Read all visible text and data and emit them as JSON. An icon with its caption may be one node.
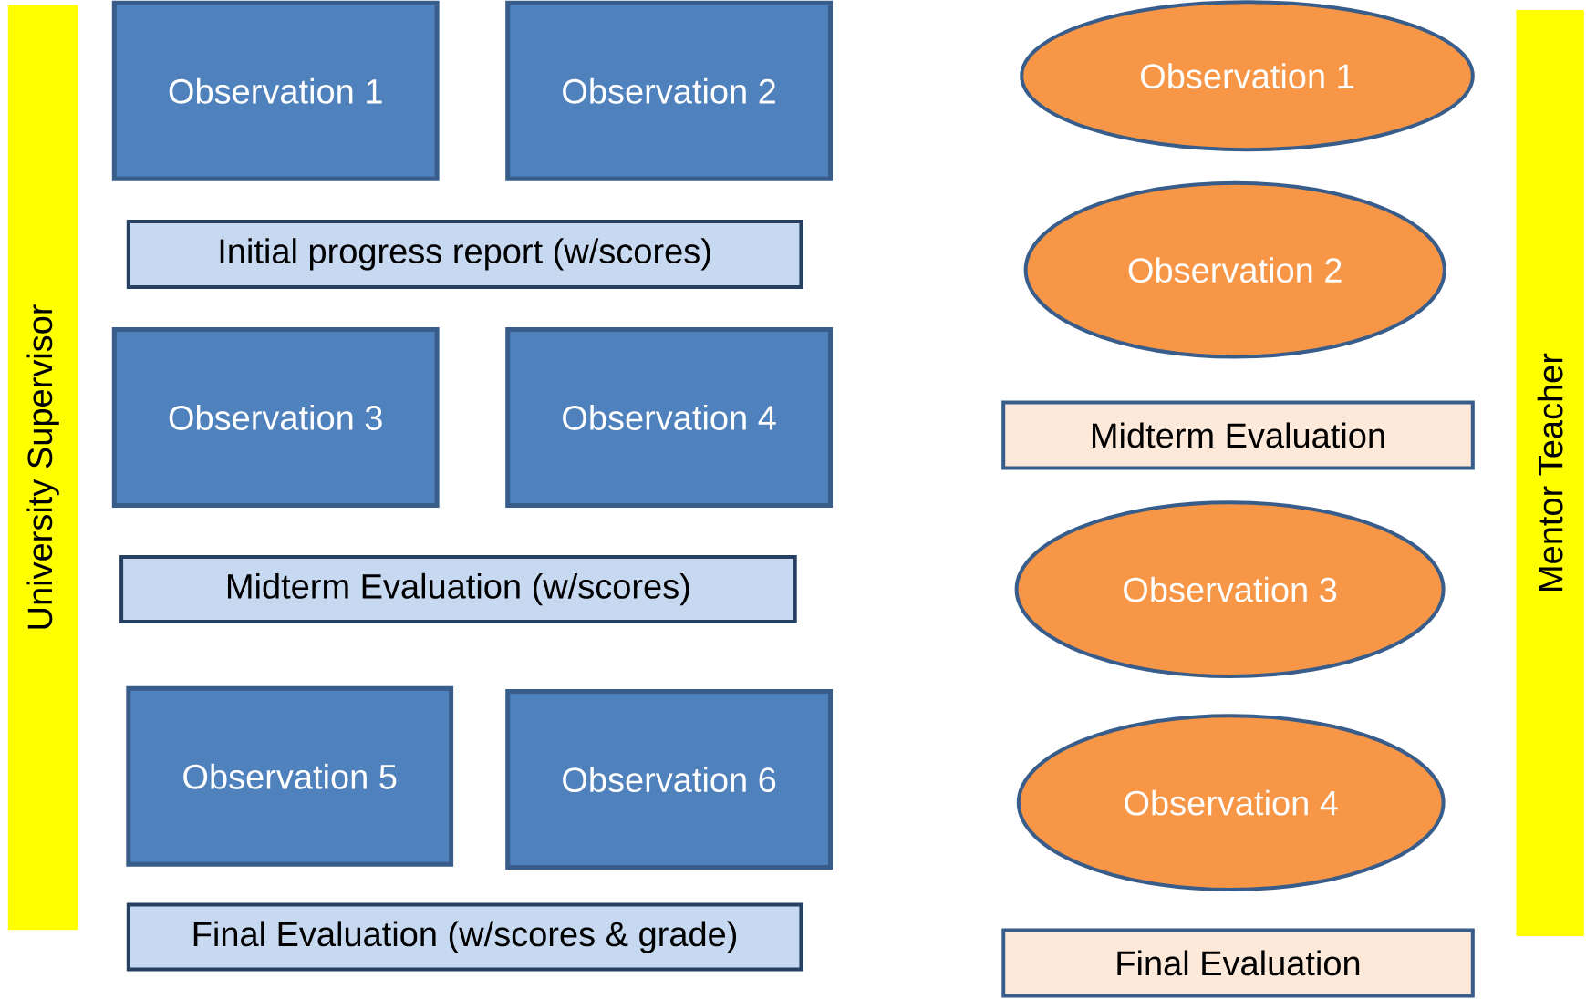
{
  "diagram": {
    "nodes": [
      {
        "text": [
          "University Supervisor"
        ]
      },
      {
        "text": [
          "Observation 1"
        ]
      },
      {
        "text": [
          "Observation 2"
        ]
      },
      {
        "text": [
          "Initial progress report (w/scores)"
        ]
      },
      {
        "text": [
          "Observation 3"
        ]
      },
      {
        "text": [
          "Observation 4"
        ]
      },
      {
        "text": [
          "Midterm Evaluation (w/scores)"
        ]
      },
      {
        "text": [
          "Observation 5"
        ]
      },
      {
        "text": [
          "Observation 6"
        ]
      },
      {
        "text": [
          "Final Evaluation (w/scores & grade)"
        ]
      },
      {
        "text": [
          "Mentor Teacher"
        ]
      },
      {
        "text": [
          "Observation 1"
        ]
      },
      {
        "text": [
          "Observation 2"
        ]
      },
      {
        "text": [
          "Midterm Evaluation"
        ]
      },
      {
        "text": [
          "Observation 3"
        ]
      },
      {
        "text": [
          "Observation 4"
        ]
      },
      {
        "text": [
          "Final Evaluation"
        ]
      }
    ]
  }
}
